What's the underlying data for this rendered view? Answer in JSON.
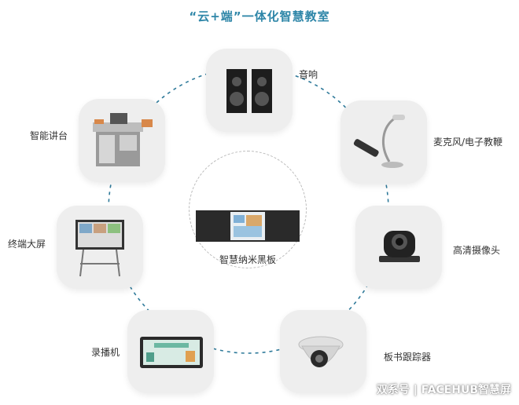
{
  "title": "“云+端”一体化智慧教室",
  "center": {
    "label": "智慧纳米黑板",
    "icon": "smart-blackboard-icon"
  },
  "nodes": [
    {
      "label": "音响",
      "icon": "speakers-icon"
    },
    {
      "label": "麦克风/电子教鞭",
      "icon": "microphone-icon"
    },
    {
      "label": "高清摄像头",
      "icon": "ptz-camera-icon"
    },
    {
      "label": "板书跟踪器",
      "icon": "dome-camera-icon"
    },
    {
      "label": "录播机",
      "icon": "recorder-tablet-icon"
    },
    {
      "label": "终端大屏",
      "icon": "display-stand-icon"
    },
    {
      "label": "智能讲台",
      "icon": "smart-podium-icon"
    }
  ],
  "watermark": "双系号 | FACEHUB智慧屏",
  "colors": {
    "title": "#2e86a8",
    "ring": "#2f7a9a",
    "node_bg": "#eeeeee"
  }
}
